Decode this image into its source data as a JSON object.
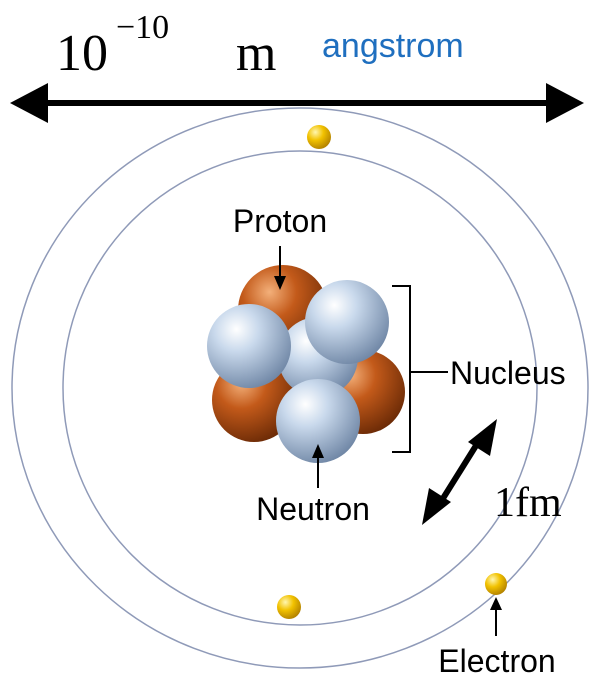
{
  "scale": {
    "base": "10",
    "exponent": "−10",
    "unit": "m",
    "unit_name": "angstrom",
    "nucleus_scale": "1fm"
  },
  "labels": {
    "proton": "Proton",
    "nucleus": "Nucleus",
    "neutron": "Neutron",
    "electron": "Electron"
  },
  "colors": {
    "proton": "#c35a1a",
    "neutron": "#aac3e0",
    "electron": "#f2c200",
    "orbit": "#8f9ab8",
    "accent": "#1f6fbf",
    "arrow": "#000000"
  }
}
